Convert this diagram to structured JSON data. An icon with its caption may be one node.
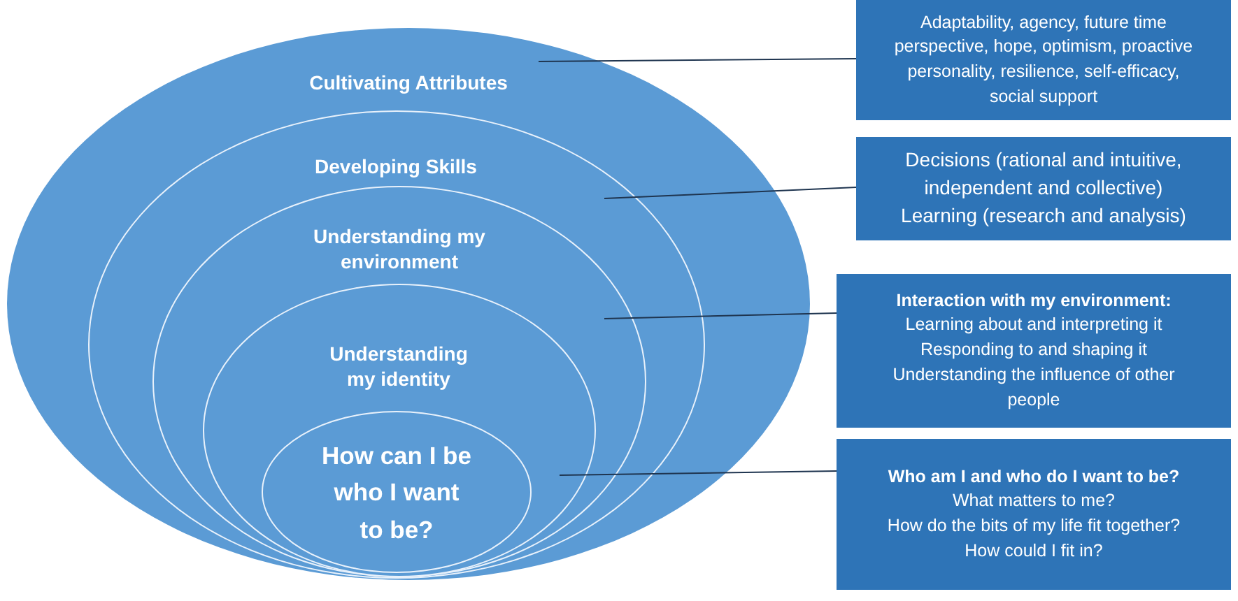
{
  "diagram": {
    "nodes": [
      {
        "text": [
          "Cultivating Attributes"
        ]
      },
      {
        "text": [
          "Developing Skills"
        ],
        "in": 0
      },
      {
        "text": [
          "Understanding my environment"
        ],
        "in": 1
      },
      {
        "text": [
          "Understanding my identity"
        ],
        "in": 2
      },
      {
        "text": [
          "How can I be who I want to be?"
        ],
        "in": 3
      },
      {
        "text": [
          "Adaptability, agency, future time perspective, hope, optimism, proactive personality, resilience, self-efficacy, social support"
        ]
      },
      {
        "text": [
          "Decisions (rational and intuitive, independent and collective)",
          "Learning (research and analysis)"
        ]
      },
      {
        "text": [
          "Interaction with my environment:",
          "Learning about and interpreting it",
          "Responding to and shaping it",
          "Understanding the influence of other people"
        ]
      },
      {
        "text": [
          "Who am I and who do I want to be?",
          "What matters to me?",
          "How do the bits of my life fit together?",
          "How could I fit in?"
        ]
      }
    ],
    "edges": [
      {
        "from": 5,
        "to": 0,
        "arrow": "none"
      },
      {
        "from": 6,
        "to": 1,
        "arrow": "none"
      },
      {
        "from": 7,
        "to": 2,
        "arrow": "none"
      },
      {
        "from": 8,
        "to": 4,
        "arrow": "none"
      }
    ]
  }
}
